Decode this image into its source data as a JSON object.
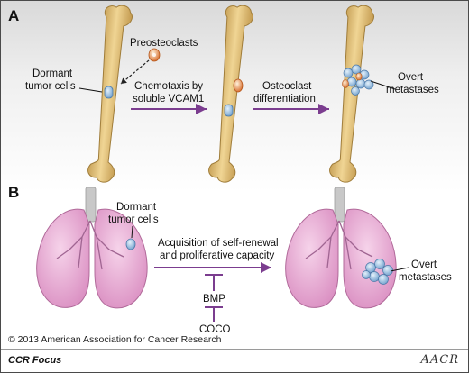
{
  "panels": {
    "a": {
      "letter": "A",
      "preosteoclasts": "Preosteoclasts",
      "dormant_line1": "Dormant",
      "dormant_line2": "tumor cells",
      "chemotaxis_line1": "Chemotaxis by",
      "chemotaxis_line2": "soluble VCAM1",
      "osteoclast_line1": "Osteoclast",
      "osteoclast_line2": "differentiation",
      "overt_line1": "Overt",
      "overt_line2": "metastases"
    },
    "b": {
      "letter": "B",
      "dormant_line1": "Dormant",
      "dormant_line2": "tumor cells",
      "acquisition_line1": "Acquisition of self-renewal",
      "acquisition_line2": "and proliferative capacity",
      "bmp": "BMP",
      "coco": "COCO",
      "overt_line1": "Overt",
      "overt_line2": "metastases"
    }
  },
  "copyright": "© 2013 American Association for Cancer Research",
  "footer": {
    "journal": "CCR Focus",
    "logo": "AACR"
  },
  "colors": {
    "bone": "#e3c27a",
    "lung": "#e9a2cd",
    "arrow": "#7b3d8f",
    "tumor_cell": "#8fb8dc",
    "preosteoclast": "#e07a3a"
  }
}
